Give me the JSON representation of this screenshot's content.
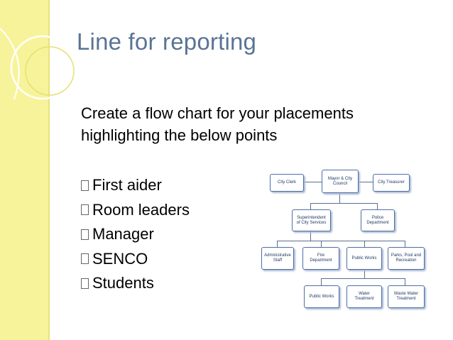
{
  "slide": {
    "title": "Line for reporting",
    "body_line1": "Create a flow chart for your placements",
    "body_line2": "highlighting the below points",
    "bullets": [
      "First aider",
      "Room leaders",
      "Manager",
      "SENCO",
      "Students"
    ]
  },
  "org_chart": {
    "nodes": {
      "city_clerk": "City Clerk",
      "mayor": "Mayor & City\nCouncil",
      "treasurer": "City Treasurer",
      "superintendent": "Superintendent\nof City Services",
      "police": "Police\nDepartment",
      "admin_staff": "Administrative\nStaff",
      "fire": "Fire\nDepartment",
      "public_works_1": "Public Works",
      "parks": "Parks, Pool and\nRecreation",
      "public_works_2": "Public Works",
      "water": "Water\nTreatment",
      "waste_water": "Waste Water\nTreatment"
    }
  },
  "colors": {
    "title": "#5a7396",
    "sidebar": "#f7f39a",
    "node_border": "#4d6ea6"
  }
}
